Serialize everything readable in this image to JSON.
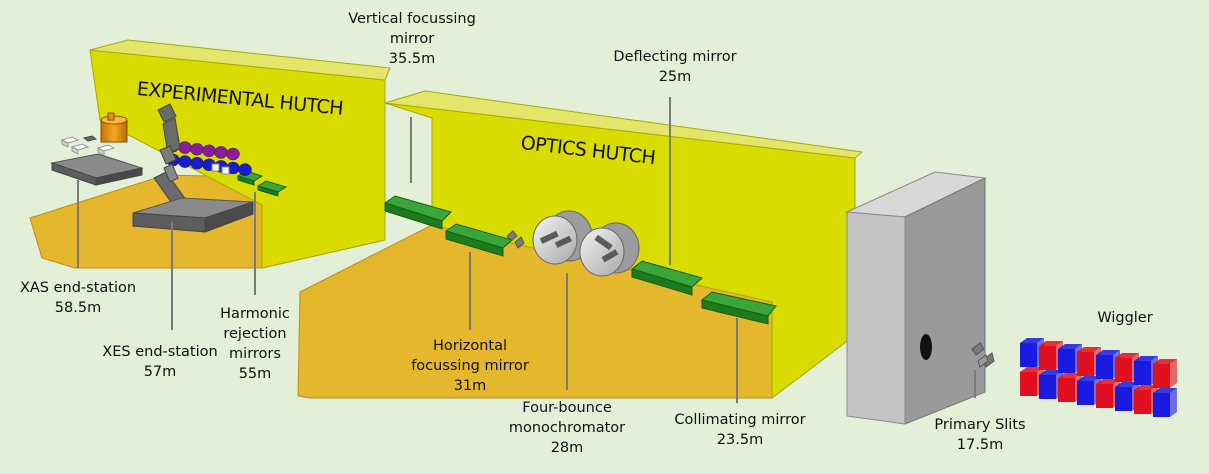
{
  "hutches": {
    "experimental": "EXPERIMENTAL HUTCH",
    "optics": "OPTICS HUTCH"
  },
  "labels": {
    "vertical_mirror": [
      "Vertical focussing",
      "mirror",
      "35.5m"
    ],
    "deflecting_mirror": [
      "Deflecting mirror",
      "25m"
    ],
    "xas": [
      "XAS end-station",
      "58.5m"
    ],
    "xes": [
      "XES end-station",
      "57m"
    ],
    "harmonic": [
      "Harmonic",
      "rejection",
      "mirrors",
      "55m"
    ],
    "horizontal_mirror": [
      "Horizontal",
      "focussing mirror",
      "31m"
    ],
    "mono": [
      "Four-bounce",
      "monochromator",
      "28m"
    ],
    "collimating": [
      "Collimating mirror",
      "23.5m"
    ],
    "slits": [
      "Primary Slits",
      "17.5m"
    ],
    "wiggler": "Wiggler"
  },
  "colors": {
    "background": "#e3efd6",
    "hutch_wall": "#d8dc00",
    "hutch_floor": "#e5b72c",
    "mirror": "#1d8a1d",
    "shield_wall": "#bdbdbd",
    "magnet_red": "#e01020",
    "magnet_blue": "#1a1ae0",
    "leader_line": "#7a7a7a"
  }
}
